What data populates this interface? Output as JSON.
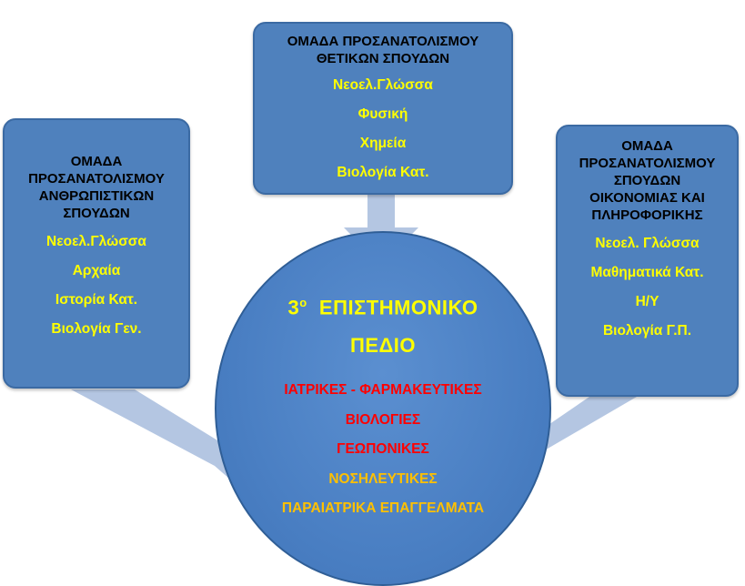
{
  "colors": {
    "box_fill": "#4f81bd",
    "circle_fill": "#4a7fc3",
    "arrow_fill": "#b4c6e2",
    "title_text": "#000000",
    "subject_text": "#ffff00",
    "field_red": "#ff0000",
    "field_orange": "#ffc000"
  },
  "left_box": {
    "title_lines": [
      "ΟΜΑΔΑ",
      "ΠΡΟΣΑΝΑΤΟΛΙΣΜΟΥ",
      "ΑΝΘΡΩΠΙΣΤΙΚΩΝ",
      "ΣΠΟΥΔΩΝ"
    ],
    "subjects": [
      "Νεοελ.Γλώσσα",
      "Αρχαία",
      "Ιστορία Κατ.",
      "Βιολογία Γεν."
    ]
  },
  "top_box": {
    "title_lines": [
      "ΟΜΑΔΑ ΠΡΟΣΑΝΑΤΟΛΙΣΜΟΥ",
      "ΘΕΤΙΚΩΝ ΣΠΟΥΔΩΝ"
    ],
    "subjects": [
      "Νεοελ.Γλώσσα",
      "Φυσική",
      "Χημεία",
      "Βιολογία Κατ."
    ]
  },
  "right_box": {
    "title_lines": [
      "ΟΜΑΔΑ",
      "ΠΡΟΣΑΝΑΤΟΛΙΣΜΟΥ",
      "ΣΠΟΥΔΩΝ",
      "ΟΙΚΟΝΟΜΙΑΣ ΚΑΙ",
      "ΠΛΗΡΟΦΟΡΙΚΗΣ"
    ],
    "subjects": [
      "Νεοελ. Γλώσσα",
      "Μαθηματικά Κατ.",
      "Η/Υ",
      "Βιολογία Γ.Π."
    ]
  },
  "center": {
    "number": "3",
    "superscript": "ο",
    "heading_rest": "ΕΠΙΣΤΗΜΟΝΙΚΟ",
    "heading_line2": "ΠΕΔΙΟ",
    "fields": [
      {
        "label": "ΙΑΤΡΙΚΕΣ - ΦΑΡΜΑΚΕΥΤΙΚΕΣ",
        "color": "#ff0000"
      },
      {
        "label": "ΒΙΟΛΟΓΙΕΣ",
        "color": "#ff0000"
      },
      {
        "label": "ΓΕΩΠΟΝΙΚΕΣ",
        "color": "#ff0000"
      },
      {
        "label": "ΝΟΣΗΛΕΥΤΙΚΕΣ",
        "color": "#ffc000"
      },
      {
        "label": "ΠΑΡΑΙΑΤΡΙΚΑ ΕΠΑΓΓΕΛΜΑΤΑ",
        "color": "#ffc000"
      }
    ]
  }
}
